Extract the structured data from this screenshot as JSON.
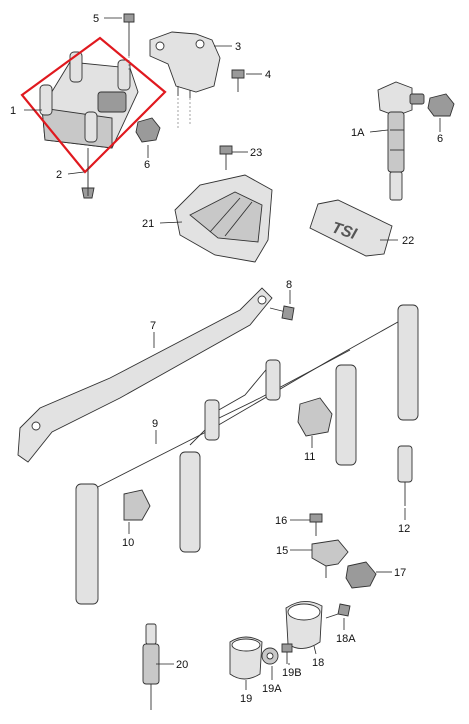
{
  "labels": {
    "p1": "1",
    "p1a": "1A",
    "p2": "2",
    "p3": "3",
    "p4": "4",
    "p5": "5",
    "p6a": "6",
    "p6b": "6",
    "p7": "7",
    "p8": "8",
    "p9": "9",
    "p10": "10",
    "p11": "11",
    "p12": "12",
    "p15": "15",
    "p16": "16",
    "p17": "17",
    "p18": "18",
    "p18a": "18A",
    "p19": "19",
    "p19a": "19A",
    "p19b": "19B",
    "p20": "20",
    "p21": "21",
    "p22": "22",
    "p23": "23"
  },
  "cover_badge_text": "TSI",
  "colors": {
    "highlight": "#e0191f",
    "part_fill": "#c8c8c8",
    "line": "#222222"
  }
}
